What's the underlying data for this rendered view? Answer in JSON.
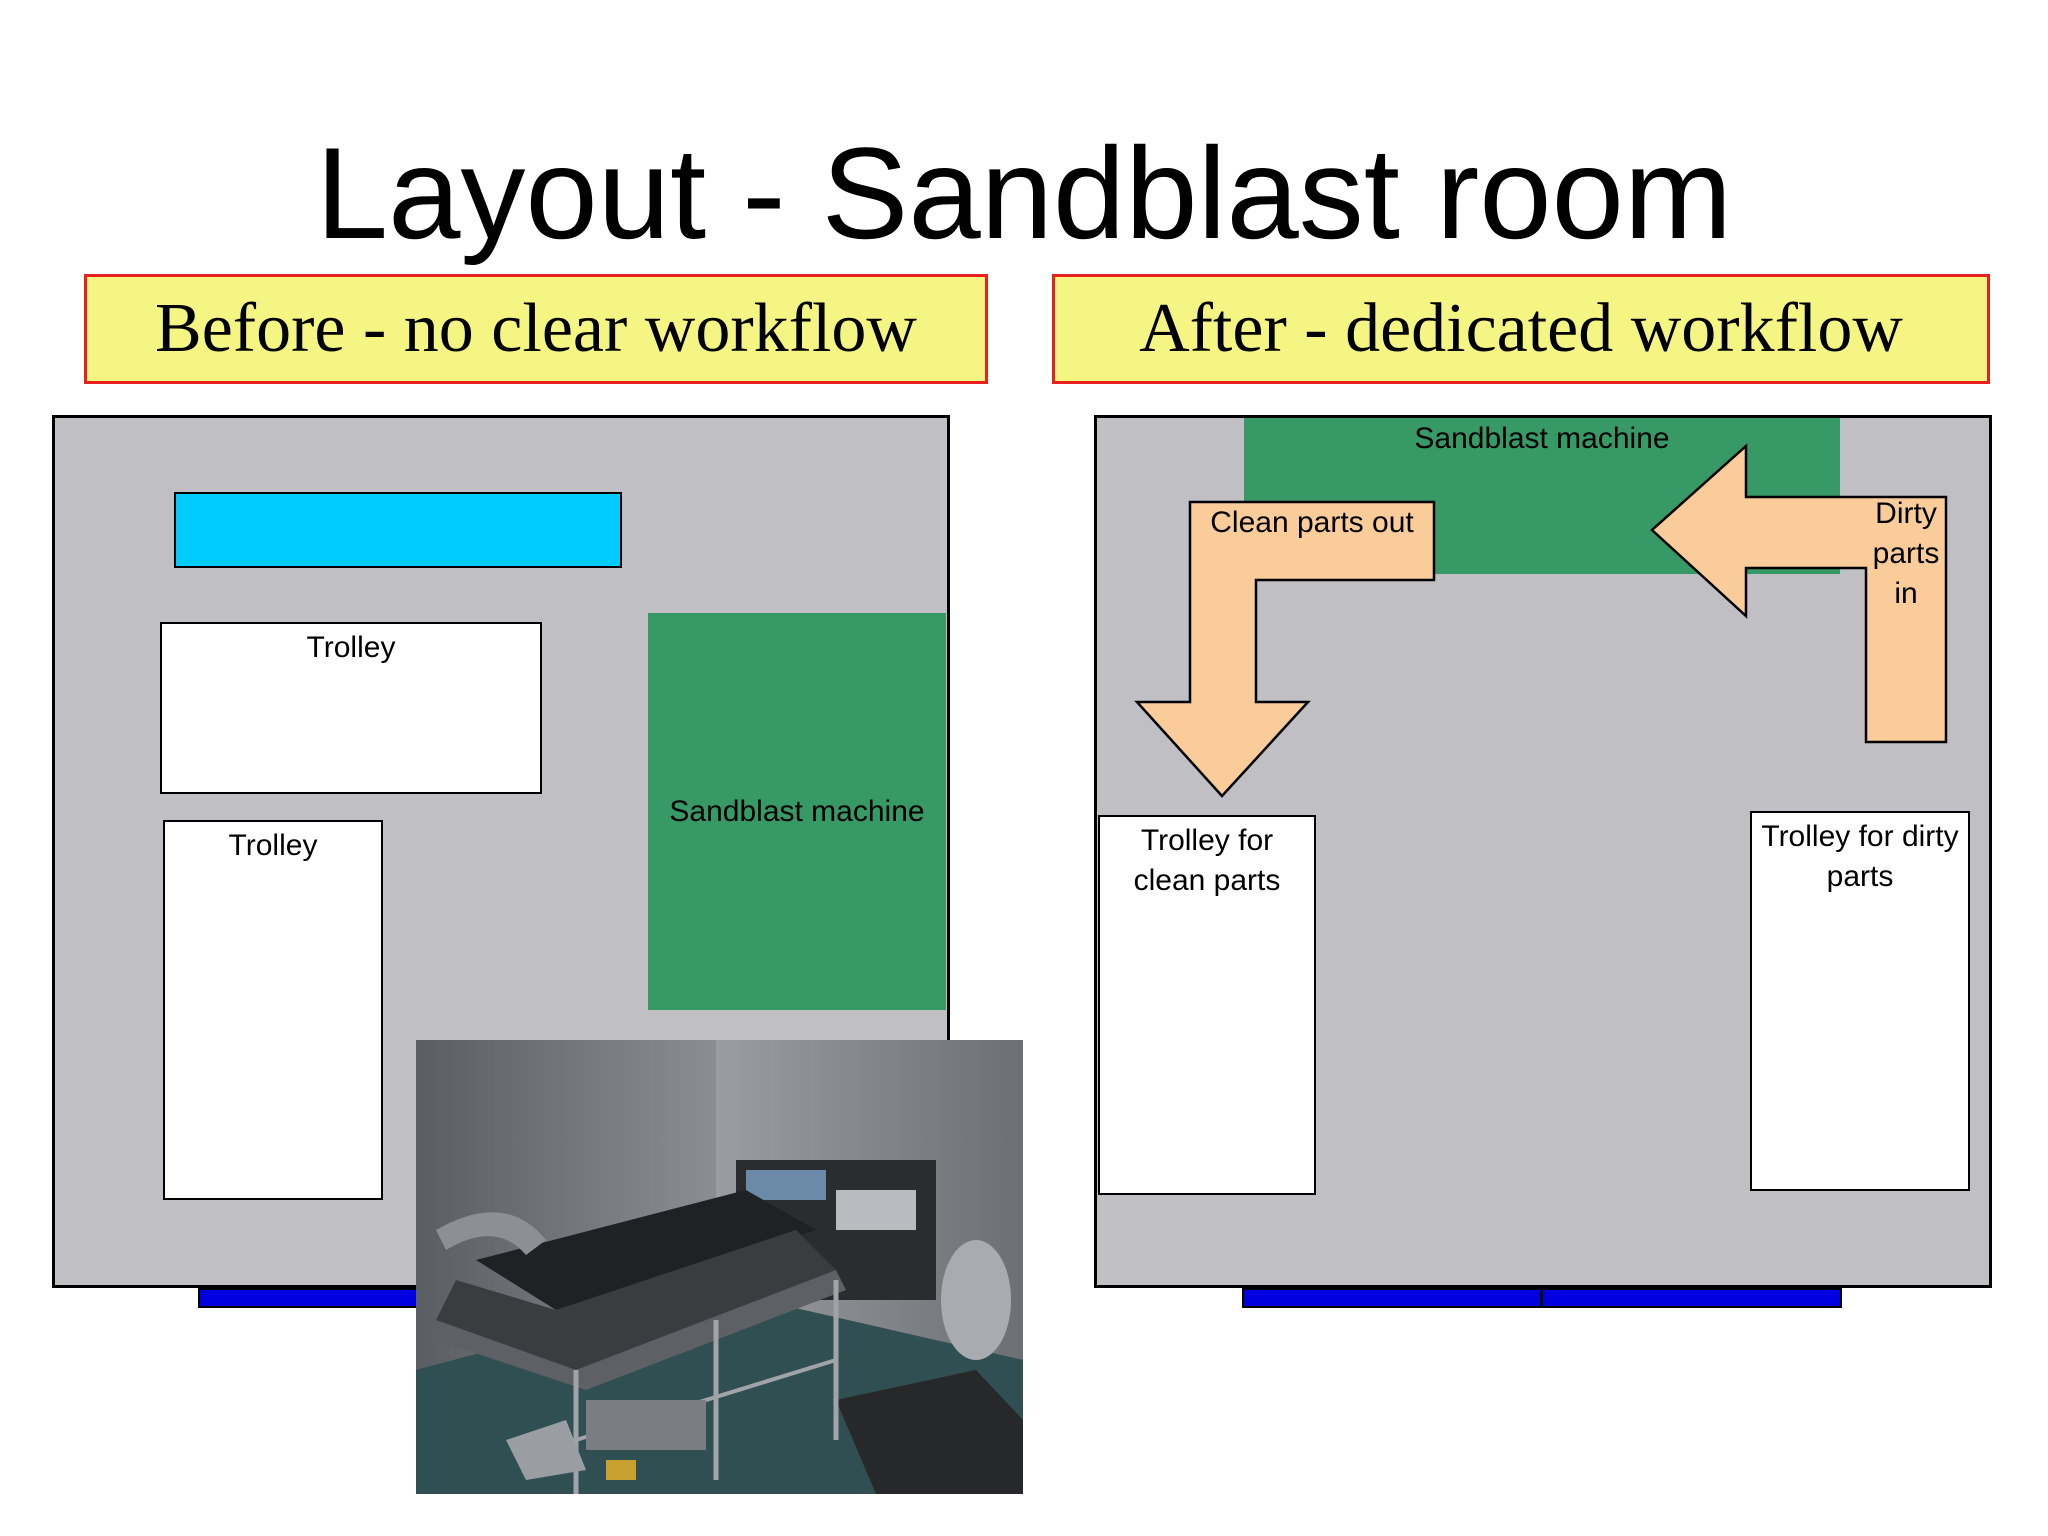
{
  "title": "Layout - Sandblast room",
  "before": {
    "caption": "Before - no clear workflow",
    "trolley_1": "Trolley",
    "trolley_2": "Trolley",
    "machine": "Sandblast machine"
  },
  "after": {
    "caption": "After - dedicated workflow",
    "machine": "Sandblast machine",
    "clean_arrow": "Clean parts out",
    "dirty_arrow_lines": [
      "Dirty",
      "parts",
      "in"
    ],
    "trolley_clean_lines": [
      "Trolley for",
      "clean parts"
    ],
    "trolley_dirty_lines": [
      "Trolley for dirty",
      "parts"
    ]
  },
  "colors": {
    "caption_bg": "#f5f584",
    "caption_border": "#e8201e",
    "room_floor": "#c0c0c4",
    "machine": "#379966",
    "table_cyan": "#00ccff",
    "door_blue": "#0000e0",
    "arrow_fill": "#facc99"
  },
  "photo": {
    "subject": "photo of sandblast room with metal trolleys"
  }
}
